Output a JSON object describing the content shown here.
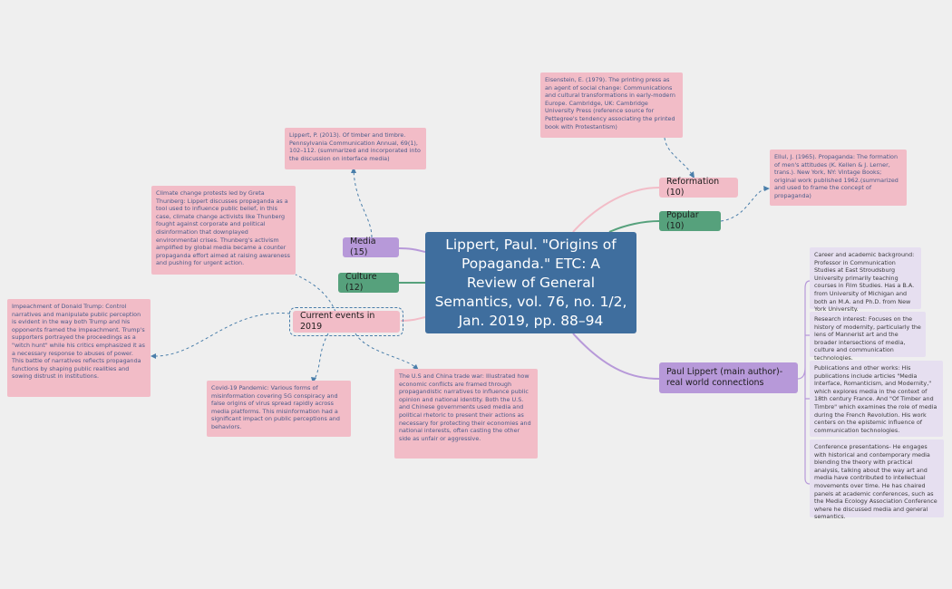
{
  "central_topic": "Lippert, Paul. \"Origins of Popaganda.\" ETC: A Review of General Semantics, vol. 76, no. 1/2, Jan. 2019, pp. 88–94",
  "branches": {
    "media": {
      "label": "Media (15)"
    },
    "culture": {
      "label": "Culture (12)"
    },
    "current_events": {
      "label": "Current events in 2019"
    },
    "reformation": {
      "label": "Reformation (10)"
    },
    "popular": {
      "label": "Popular (10)"
    },
    "author": {
      "label": "Paul Lippert (main author)- real world connections"
    }
  },
  "notes": {
    "lippert_2013": "Lippert, P. (2013). Of timber and timbre. Pennsylvania Communication Annual, 69(1), 102–112. (summarized and incorporated into the discussion on interface media)",
    "climate_change": "Climate change protests led by Greta Thunberg: Lippert discusses propaganda as a tool used to influence public belief, in this case, climate change activists like Thunberg fought against corporate and political disinformation that downplayed environmental crises. Thunberg's activism amplified by global media became a counter propaganda effort aimed at raising awareness and pushing for urgent action.",
    "impeachment": "Impeachment of Donald Trump: Control narratives and manipulate public perception is evident in the way both Trump and his opponents framed the impeachment. Trump's supporters portrayed the proceedings as a \"witch hunt\" while his critics emphasized it as a necessary response to abuses of power. This battle of narratives reflects propaganda functions by shaping public realities and sowing distrust in institutions.",
    "covid": "Covid-19 Pandemic: Various forms of misinformation covering 5G conspiracy and false origins of virus spread rapidly across media platforms. This misinformation had a significant impact on public perceptions and behaviors.",
    "trade_war": "The U.S and China trade war: Illustrated how economic conflicts are framed through propagandistic narratives to influence public opinion and national identity. Both the U.S. and Chinese governments used media and political rhetoric to present their actions as necessary for protecting their economies and national interests, often casting the other side as unfair or aggressive.",
    "eisenstein": "Eisenstein, E. (1979). The printing press as an agent of social change: Communications and cultural transformations in early-modern Europe. Cambridge, UK: Cambridge University Press (reference source for Pettegree's tendency associating the printed book with Protestantism)",
    "ellul": "Ellul, J. (1965). Propaganda: The formation of men's attitudes (K. Kellen & J. Lerner, trans.). New York, NY: Vintage Books; original work published 1962.(summarized and used to frame the concept of propaganda)",
    "career": "Career and academic background: Professor in Communication Studies at East Stroudsburg University primarily teaching courses in Film Studies. Has a B.A. from University of Michigan and both an M.A. and Ph.D. from New York University.",
    "research": "Research interest: Focuses on the history of modernity, particularly the lens of Mannerist art and the broader intersections of media, culture and communication technologies.",
    "publications": "Publications and other works: His publications include articles \"Media Interface, Romanticism, and Modernity,\" which explores media in the context of 18th century France. And \"Of Timber and Timbre\" which examines the role of media during the French Revolution. His work centers on the epistemic influence of communication technologies.",
    "conference": "Conference presentations- He engages with historical and contemporary media blending the theory with practical analysis, talking about the way art and media have contributed to intellectual movements over time. He has chaired panels at academic conferences, such as the Media Ecology Association Conference where he discussed media and general semantics."
  },
  "colors": {
    "background": "#efefef",
    "central": "#3f6e9e",
    "media_purple": "#b799d9",
    "culture_green": "#56a17c",
    "pink": "#f2bcc7",
    "note_text": "#4a5c8a",
    "dashed_link": "#4a7eaa",
    "author_note_bg": "#e6dff0"
  }
}
